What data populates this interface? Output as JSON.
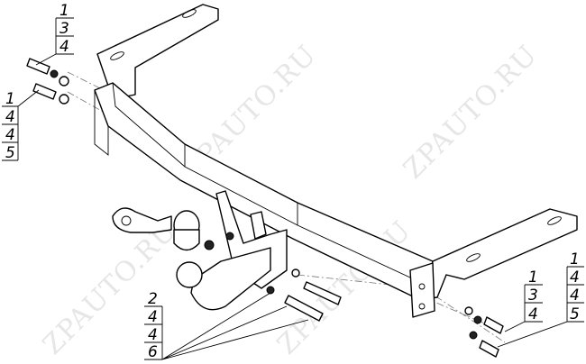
{
  "watermark": "ZPAUTO.RU",
  "callouts": {
    "top_left": [
      "1",
      "3",
      "4"
    ],
    "left": [
      "1",
      "4",
      "4",
      "5"
    ],
    "bottom_left": [
      "2",
      "4",
      "4",
      "6"
    ],
    "right": [
      "1",
      "3",
      "4"
    ],
    "far_right": [
      "1",
      "4",
      "4",
      "5"
    ]
  }
}
